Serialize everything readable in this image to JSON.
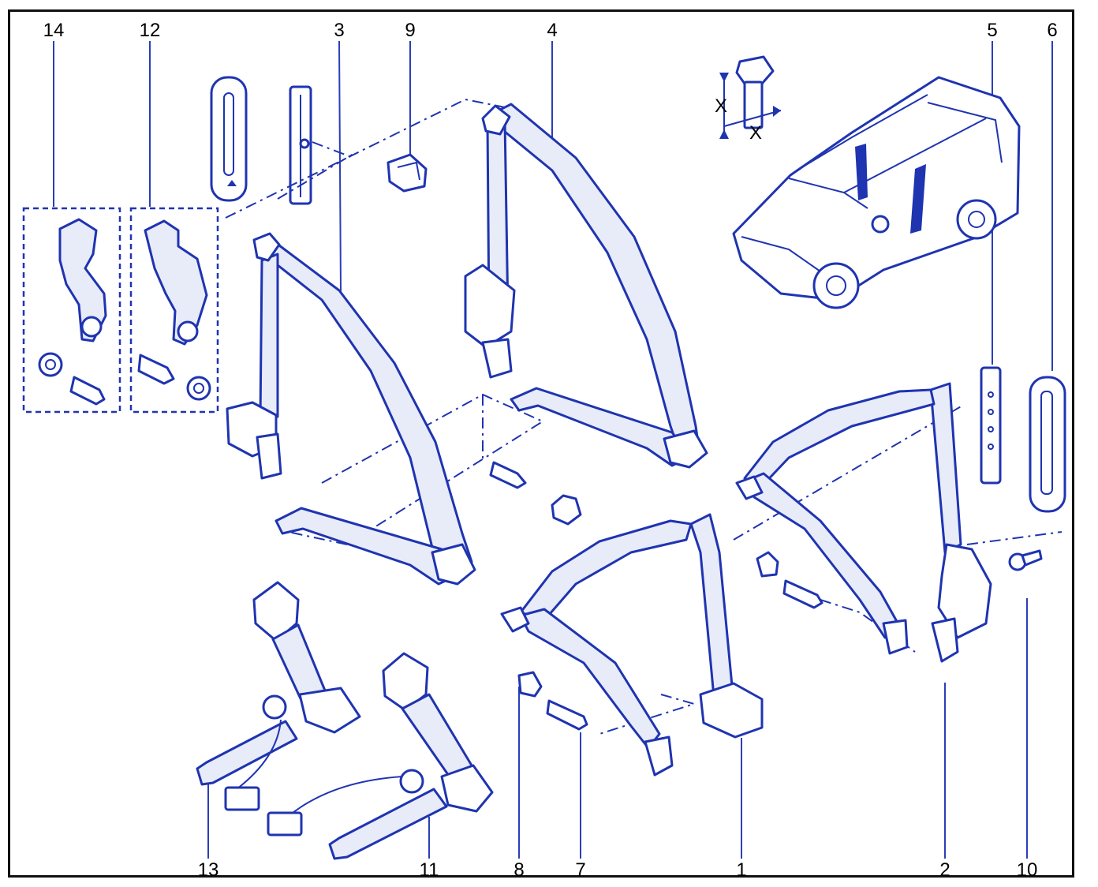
{
  "diagram": {
    "callouts": [
      {
        "id": "14",
        "label": "14"
      },
      {
        "id": "12",
        "label": "12"
      },
      {
        "id": "3",
        "label": "3"
      },
      {
        "id": "9",
        "label": "9"
      },
      {
        "id": "4",
        "label": "4"
      },
      {
        "id": "5",
        "label": "5"
      },
      {
        "id": "6",
        "label": "6"
      },
      {
        "id": "13",
        "label": "13"
      },
      {
        "id": "11",
        "label": "11"
      },
      {
        "id": "8",
        "label": "8"
      },
      {
        "id": "7",
        "label": "7"
      },
      {
        "id": "1",
        "label": "1"
      },
      {
        "id": "2",
        "label": "2"
      },
      {
        "id": "10",
        "label": "10"
      }
    ],
    "torque_marks": {
      "x1": "X",
      "x2": "X"
    },
    "colors": {
      "line": "#1f34b0",
      "frame": "#111111",
      "fill": "#e8ebf8"
    }
  }
}
